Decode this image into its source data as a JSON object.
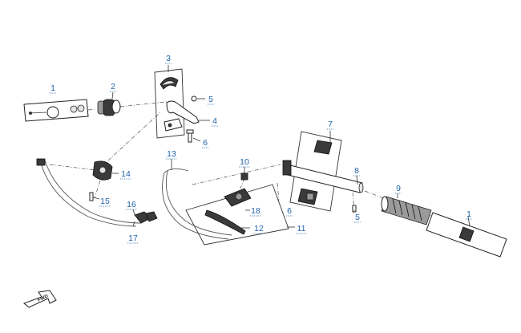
{
  "callouts": {
    "c1_left": "1",
    "c2": "2",
    "c3": "3",
    "c4": "4",
    "c5_top": "5",
    "c6_top": "6",
    "c7": "7",
    "c8": "8",
    "c9": "9",
    "c1_right": "1",
    "c5_right": "5",
    "c10": "10",
    "c11": "11",
    "c12": "12",
    "c13": "13",
    "c14": "14",
    "c15": "15",
    "c16": "16",
    "c17": "17",
    "c18": "18",
    "c6_mid": "6"
  },
  "fwd_label": "FWD",
  "colors": {
    "callout": "#1f63a8",
    "line": "#333333"
  }
}
